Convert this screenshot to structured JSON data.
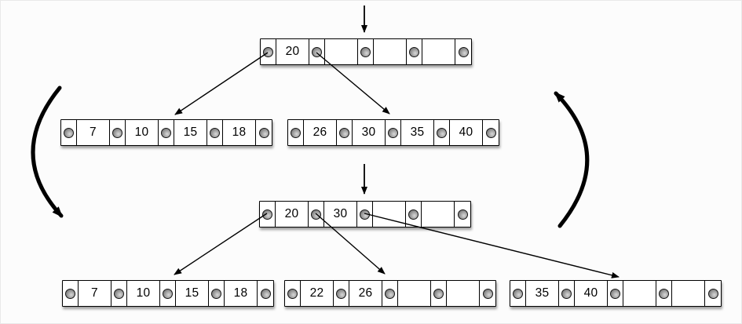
{
  "diagram": {
    "kind": "b-tree insertion split (before and after)",
    "colors": {
      "stroke": "#000000",
      "node_fill": "#ffffff",
      "pointer_dot": "#9b9b9b",
      "background": "#fcfcfc"
    }
  },
  "nodes": {
    "top_root": {
      "keys": [
        "20",
        "",
        "",
        ""
      ]
    },
    "top_leaf_left": {
      "keys": [
        "7",
        "10",
        "15",
        "18"
      ]
    },
    "top_leaf_right": {
      "keys": [
        "26",
        "30",
        "35",
        "40"
      ]
    },
    "bottom_root": {
      "keys": [
        "20",
        "30",
        "",
        ""
      ]
    },
    "bottom_leaf_left": {
      "keys": [
        "7",
        "10",
        "15",
        "18"
      ]
    },
    "bottom_leaf_middle": {
      "keys": [
        "22",
        "26",
        "",
        ""
      ]
    },
    "bottom_leaf_right": {
      "keys": [
        "35",
        "40",
        "",
        ""
      ]
    }
  },
  "edges": [
    {
      "from": "top_root.pointer1",
      "to": "top_leaf_left"
    },
    {
      "from": "top_root.pointer2",
      "to": "top_leaf_right"
    },
    {
      "from": "bottom_root.pointer1",
      "to": "bottom_leaf_left"
    },
    {
      "from": "bottom_root.pointer2",
      "to": "bottom_leaf_middle"
    },
    {
      "from": "bottom_root.pointer3",
      "to": "bottom_leaf_right"
    }
  ],
  "cursor_arrows": [
    {
      "points_to": "top_root.pointer3"
    },
    {
      "points_to": "bottom_root.pointer3"
    }
  ],
  "cycle_arrows": [
    {
      "side": "left",
      "direction": "down"
    },
    {
      "side": "right",
      "direction": "up"
    }
  ]
}
